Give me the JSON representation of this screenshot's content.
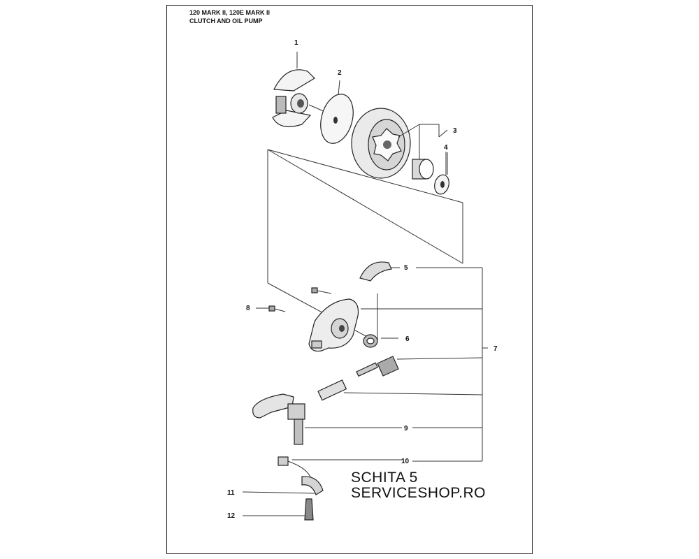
{
  "header": {
    "model": "120 MARK II, 120E MARK II",
    "section": "CLUTCH AND OIL PUMP"
  },
  "callouts": [
    "1",
    "2",
    "3",
    "4",
    "5",
    "6",
    "7",
    "8",
    "9",
    "10",
    "11",
    "12"
  ],
  "watermark": {
    "line1": "SCHITA 5",
    "line2": "SERVICESHOP.RO"
  }
}
